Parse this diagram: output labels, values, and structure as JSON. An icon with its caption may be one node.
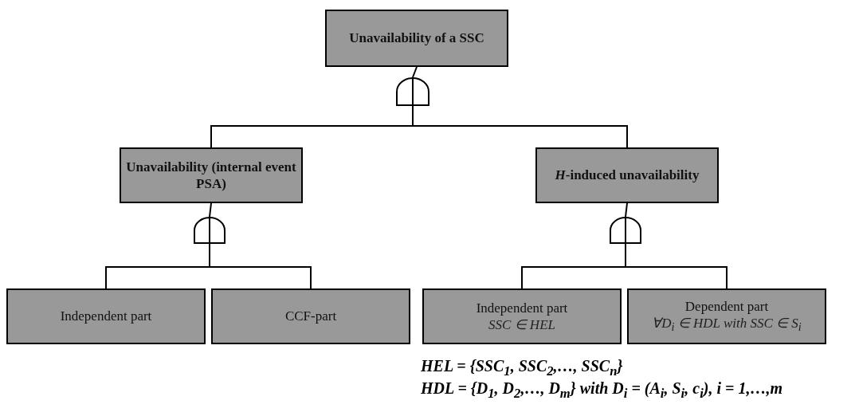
{
  "diagram": {
    "nodes": [
      {
        "text": [
          "Unavailability of a SSC"
        ]
      },
      {
        "text": [],
        "shape": "gate"
      },
      {
        "text": [
          "Unavailability (internal event PSA)"
        ]
      },
      {
        "text": [
          "*H*-induced unavailability"
        ]
      },
      {
        "text": [],
        "shape": "gate"
      },
      {
        "text": [],
        "shape": "gate"
      },
      {
        "text": [
          "Independent part"
        ]
      },
      {
        "text": [
          "CCF-part"
        ]
      },
      {
        "text": [
          "Independent part",
          "SSC ∈ HEL"
        ]
      },
      {
        "text": [
          "Dependent part",
          "∀D$_{i}$ ∈ HDL  with  SSC ∈ S$_{i}$"
        ]
      }
    ],
    "edges": [
      {
        "from": 0,
        "to": 1,
        "arrow": "none"
      },
      {
        "from": 1,
        "to": 2,
        "arrow": "none"
      },
      {
        "from": 1,
        "to": 3,
        "arrow": "none"
      },
      {
        "from": 2,
        "to": 4,
        "arrow": "none"
      },
      {
        "from": 4,
        "to": 6,
        "arrow": "none"
      },
      {
        "from": 4,
        "to": 7,
        "arrow": "none"
      },
      {
        "from": 3,
        "to": 5,
        "arrow": "none"
      },
      {
        "from": 5,
        "to": 8,
        "arrow": "none"
      },
      {
        "from": 5,
        "to": 9,
        "arrow": "none"
      }
    ],
    "labels": [
      "HEL = {SSC$_{1}$, SSC$_{2}$,…, SSC$_{n}$}",
      "HDL = {D$_{1}$, D$_{2}$,…, D$_{m}$} with D$_{i}$ = (A$_{i}$, S$_{i}$, c$_{i}$), i = 1,…,m"
    ]
  }
}
